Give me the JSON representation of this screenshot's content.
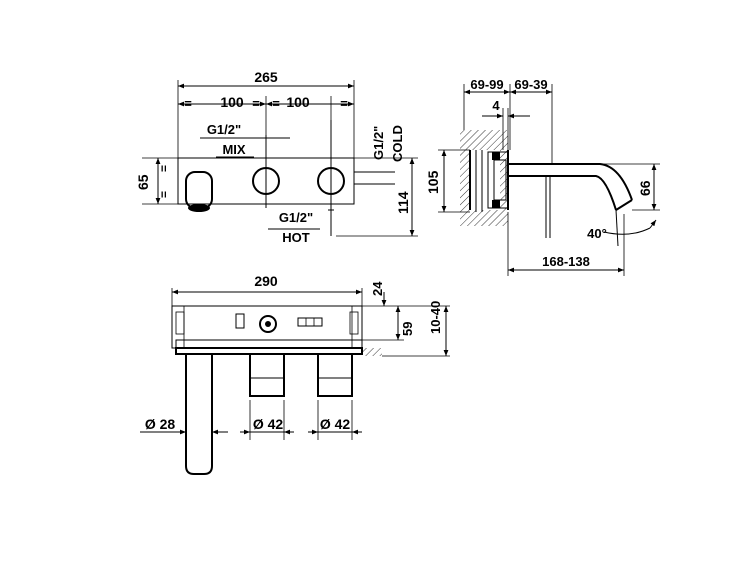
{
  "front_view": {
    "overall_width": "265",
    "spacing_left": "100",
    "spacing_right": "100",
    "eq_mark": "=",
    "mix_thread": "G1/2\"",
    "mix_label": "MIX",
    "hot_thread": "G1/2\"",
    "hot_label": "HOT",
    "cold_thread": "G1/2\"",
    "cold_label": "COLD",
    "plate_height": "65",
    "total_height": "114"
  },
  "side_view": {
    "depth_range_outer": "69-99",
    "depth_range_inner": "69-39",
    "wall_gap": "4",
    "body_height": "105",
    "spout_height": "66",
    "spout_angle": "40°",
    "spout_projection": "168-138"
  },
  "top_view": {
    "overall_width": "290",
    "top_offset": "24",
    "body_depth": "59",
    "finish_range": "10-40",
    "spout_diameter": "Ø 28",
    "handle_diameter_1": "Ø 42",
    "handle_diameter_2": "Ø 42"
  }
}
